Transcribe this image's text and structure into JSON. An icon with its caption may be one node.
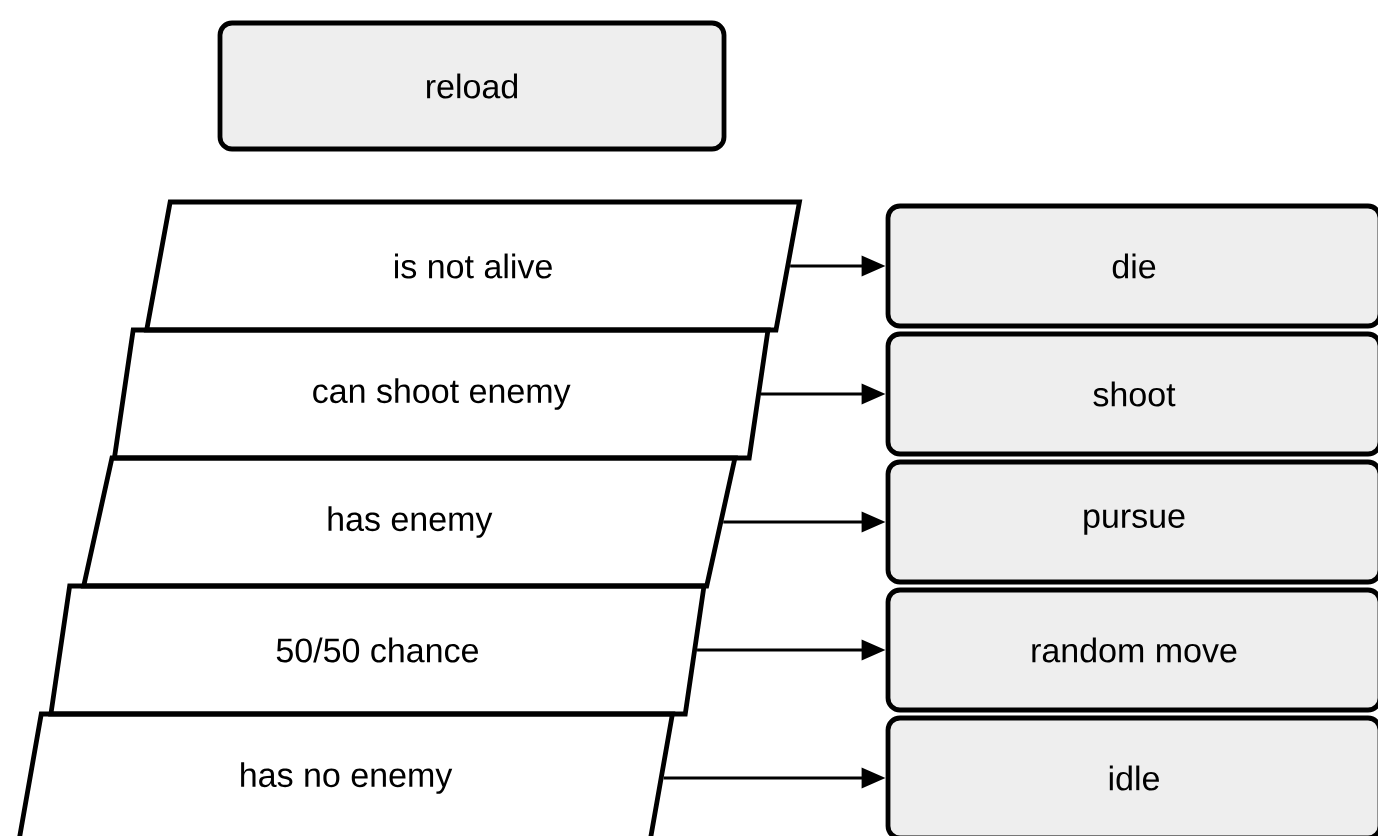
{
  "diagram": {
    "nodes": [
      {
        "text": [
          "reload"
        ]
      },
      {
        "text": [
          "is not alive"
        ]
      },
      {
        "text": [
          "can shoot enemy"
        ]
      },
      {
        "text": [
          "has enemy"
        ]
      },
      {
        "text": [
          "50/50 chance"
        ]
      },
      {
        "text": [
          "has no enemy"
        ]
      },
      {
        "text": [
          "die"
        ]
      },
      {
        "text": [
          "shoot"
        ]
      },
      {
        "text": [
          "pursue"
        ]
      },
      {
        "text": [
          "random move"
        ]
      },
      {
        "text": [
          "idle"
        ]
      }
    ],
    "edges": [
      {
        "from": 1,
        "to": 6,
        "arrow": "to"
      },
      {
        "from": 2,
        "to": 7,
        "arrow": "to"
      },
      {
        "from": 3,
        "to": 8,
        "arrow": "to"
      },
      {
        "from": 4,
        "to": 9,
        "arrow": "to"
      },
      {
        "from": 5,
        "to": 10,
        "arrow": "to"
      }
    ]
  }
}
